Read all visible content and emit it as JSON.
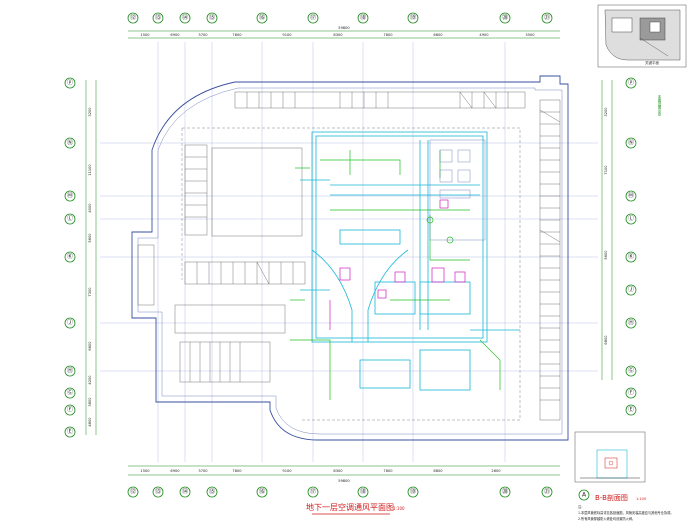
{
  "drawing_title": "地下一层空调通风平面图",
  "drawing_scale": "1:100",
  "section_title": "B-B剖面图",
  "section_scale": "1:100",
  "section_bubble": "A",
  "keyplan_label": "关键平面",
  "legend_vertical": "本图范围示意",
  "notes": [
    "注：",
    "1.本层风管底标高详见各剖面图，风管安装高度应与其他专业协调。",
    "2.所有风管穿越防火墙处均设置防火阀。"
  ],
  "top_axes": [
    "⑫",
    "⑬",
    "⑭",
    "⑮",
    "⑯",
    "⑰",
    "⑱",
    "⑲",
    "⑳",
    "㉑"
  ],
  "bottom_axes": [
    "⑫",
    "⑬",
    "⑭",
    "⑮",
    "⑯",
    "⑰",
    "⑱",
    "⑲",
    "⑳",
    "㉑"
  ],
  "left_axes": [
    "ⓟ",
    "Ⓝ",
    "Ⓜ",
    "Ⓛ",
    "Ⓚ",
    "Ⓙ",
    "Ⓗ",
    "Ⓖ",
    "Ⓕ",
    "Ⓔ"
  ],
  "right_axes": [
    "ⓟ",
    "Ⓝ",
    "Ⓜ",
    "Ⓛ",
    "Ⓚ",
    "Ⓙ",
    "Ⓗ",
    "Ⓖ",
    "Ⓕ",
    "Ⓔ"
  ],
  "top_dims": [
    "1500",
    "6900",
    "3700",
    "7800",
    "9100",
    "8300",
    "7800",
    "6800",
    "4900",
    "3500"
  ],
  "top_total": "59800",
  "bottom_dims": [
    "1500",
    "6900",
    "3700",
    "7800",
    "9100",
    "8300",
    "7800",
    "6800",
    "2600"
  ],
  "bottom_total": "59800",
  "left_dims": [
    "3200",
    "11100",
    "4000",
    "5600",
    "7300",
    "6600",
    "4200",
    "3800",
    "4800"
  ],
  "right_dims": [
    "3200",
    "7100",
    "5600",
    "6800"
  ],
  "colors": {
    "axis": "#1a8a1a",
    "wall": "#3a4fa0",
    "duct_supply": "#18b8d8",
    "duct_exhaust": "#22c022",
    "equipment": "#d020c0",
    "title": "#d01818"
  }
}
